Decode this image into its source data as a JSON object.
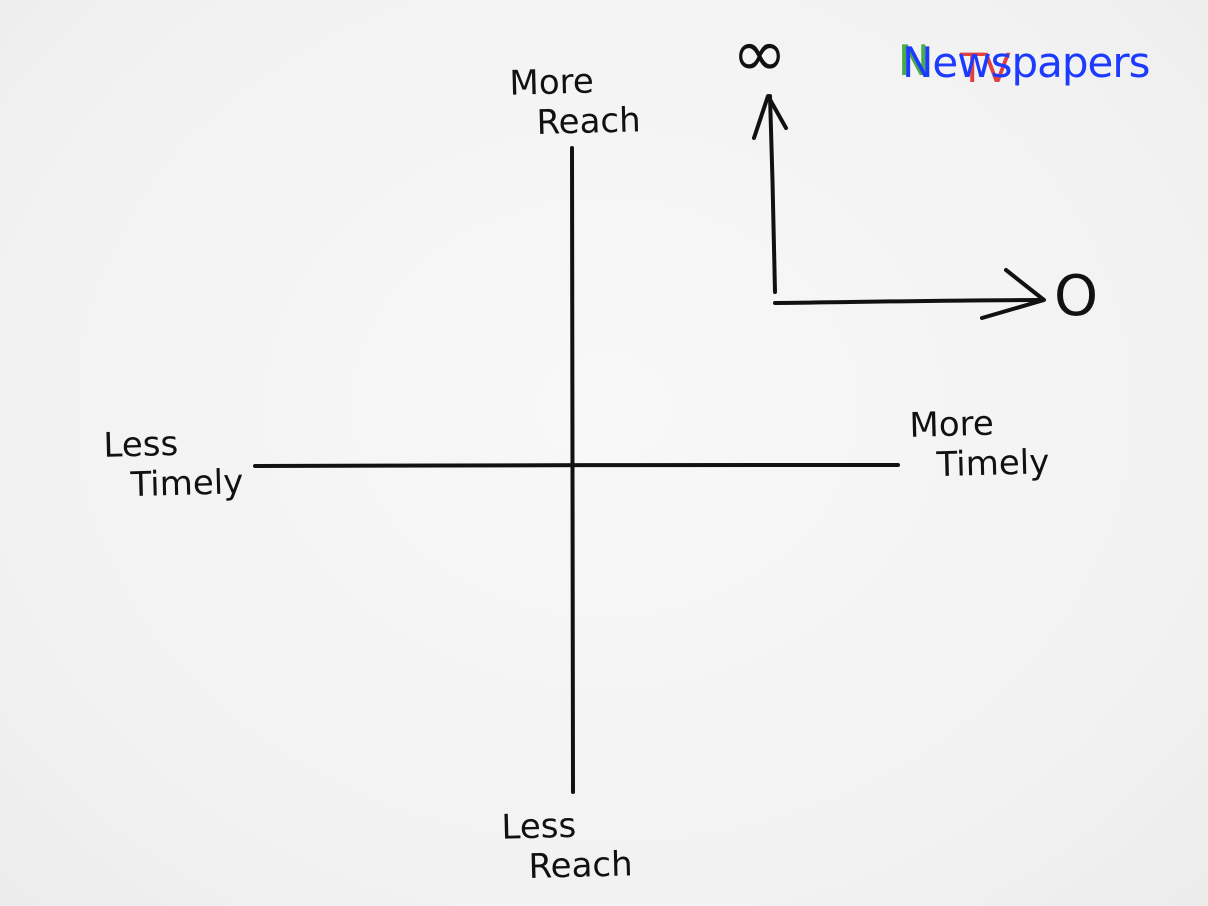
{
  "axes": {
    "y_top_label": [
      "More",
      "Reach"
    ],
    "y_bottom_label": [
      "Less",
      "Reach"
    ],
    "x_left_label": [
      "Less",
      "Timely"
    ],
    "x_right_label": [
      "More",
      "Timely"
    ]
  },
  "scale_indicator": {
    "vertical_end_symbol": "∞",
    "horizontal_end_symbol": "O"
  },
  "legend": {
    "word": "Newspapers",
    "overlay_colors": {
      "newspapers": "#1d3bff",
      "green": "#2aa02a",
      "red": "#e02020"
    }
  },
  "colors": {
    "ink": "#111111",
    "paper": "#f4f4f4"
  }
}
